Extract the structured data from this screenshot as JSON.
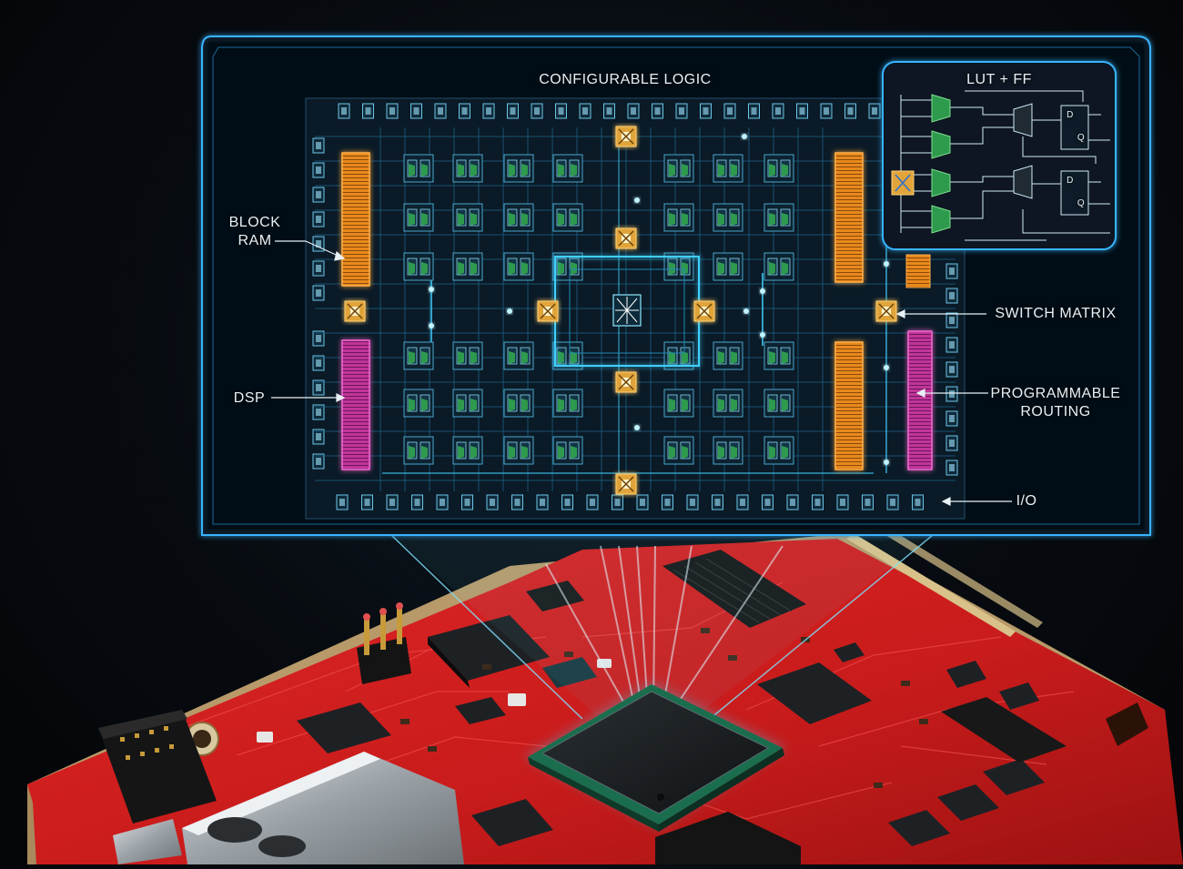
{
  "diagram": {
    "title": "CONFIGURABLE LOGIC",
    "inset_title": "LUT + FF",
    "labels": {
      "block_ram_line1": "BLOCK",
      "block_ram_line2": "RAM",
      "dsp": "DSP",
      "switch_matrix": "SWITCH MATRIX",
      "routing_line1": "PROGRAMMABLE",
      "routing_line2": "ROUTING",
      "io": "I/O"
    },
    "ff_labels": {
      "d": "D",
      "q": "Q"
    }
  },
  "colors": {
    "panel_border": "#39b4ff",
    "block_ram": "#e8891c",
    "dsp": "#c0359a",
    "switch_matrix": "#e0a43a",
    "lut": "#2e9a4e",
    "pcb": "#d11f1f",
    "routing": "#3fd0ff"
  }
}
